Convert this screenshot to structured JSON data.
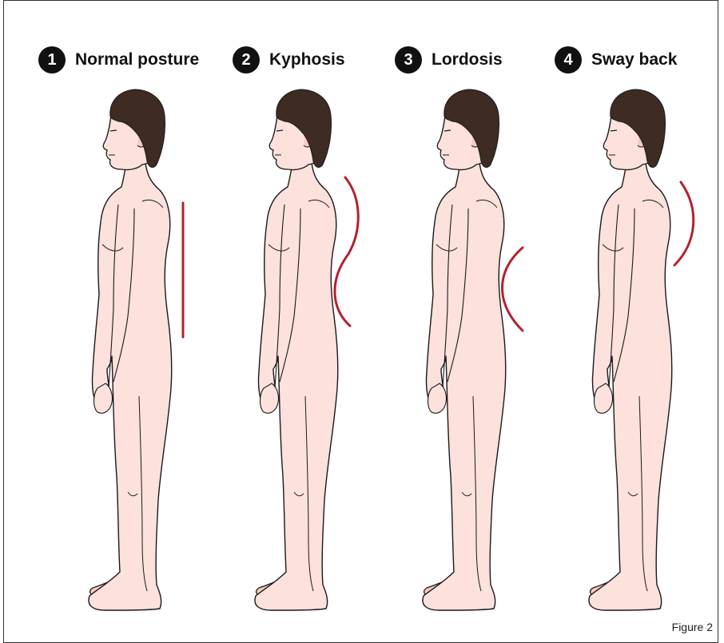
{
  "postures": [
    {
      "number": "1",
      "label": "Normal posture",
      "icon": "straight-spine-line"
    },
    {
      "number": "2",
      "label": "Kyphosis",
      "icon": "upper-back-curve-line"
    },
    {
      "number": "3",
      "label": "Lordosis",
      "icon": "lower-back-curve-line"
    },
    {
      "number": "4",
      "label": "Sway back",
      "icon": "sway-back-curve-line"
    }
  ],
  "caption": "Figure 2",
  "colors": {
    "skin": "#fce1dc",
    "skin_shadow": "#f6c9c0",
    "hair": "#3e2b24",
    "outline": "#1a1a1a",
    "spine_marker": "#b5202e",
    "badge": "#111111"
  }
}
